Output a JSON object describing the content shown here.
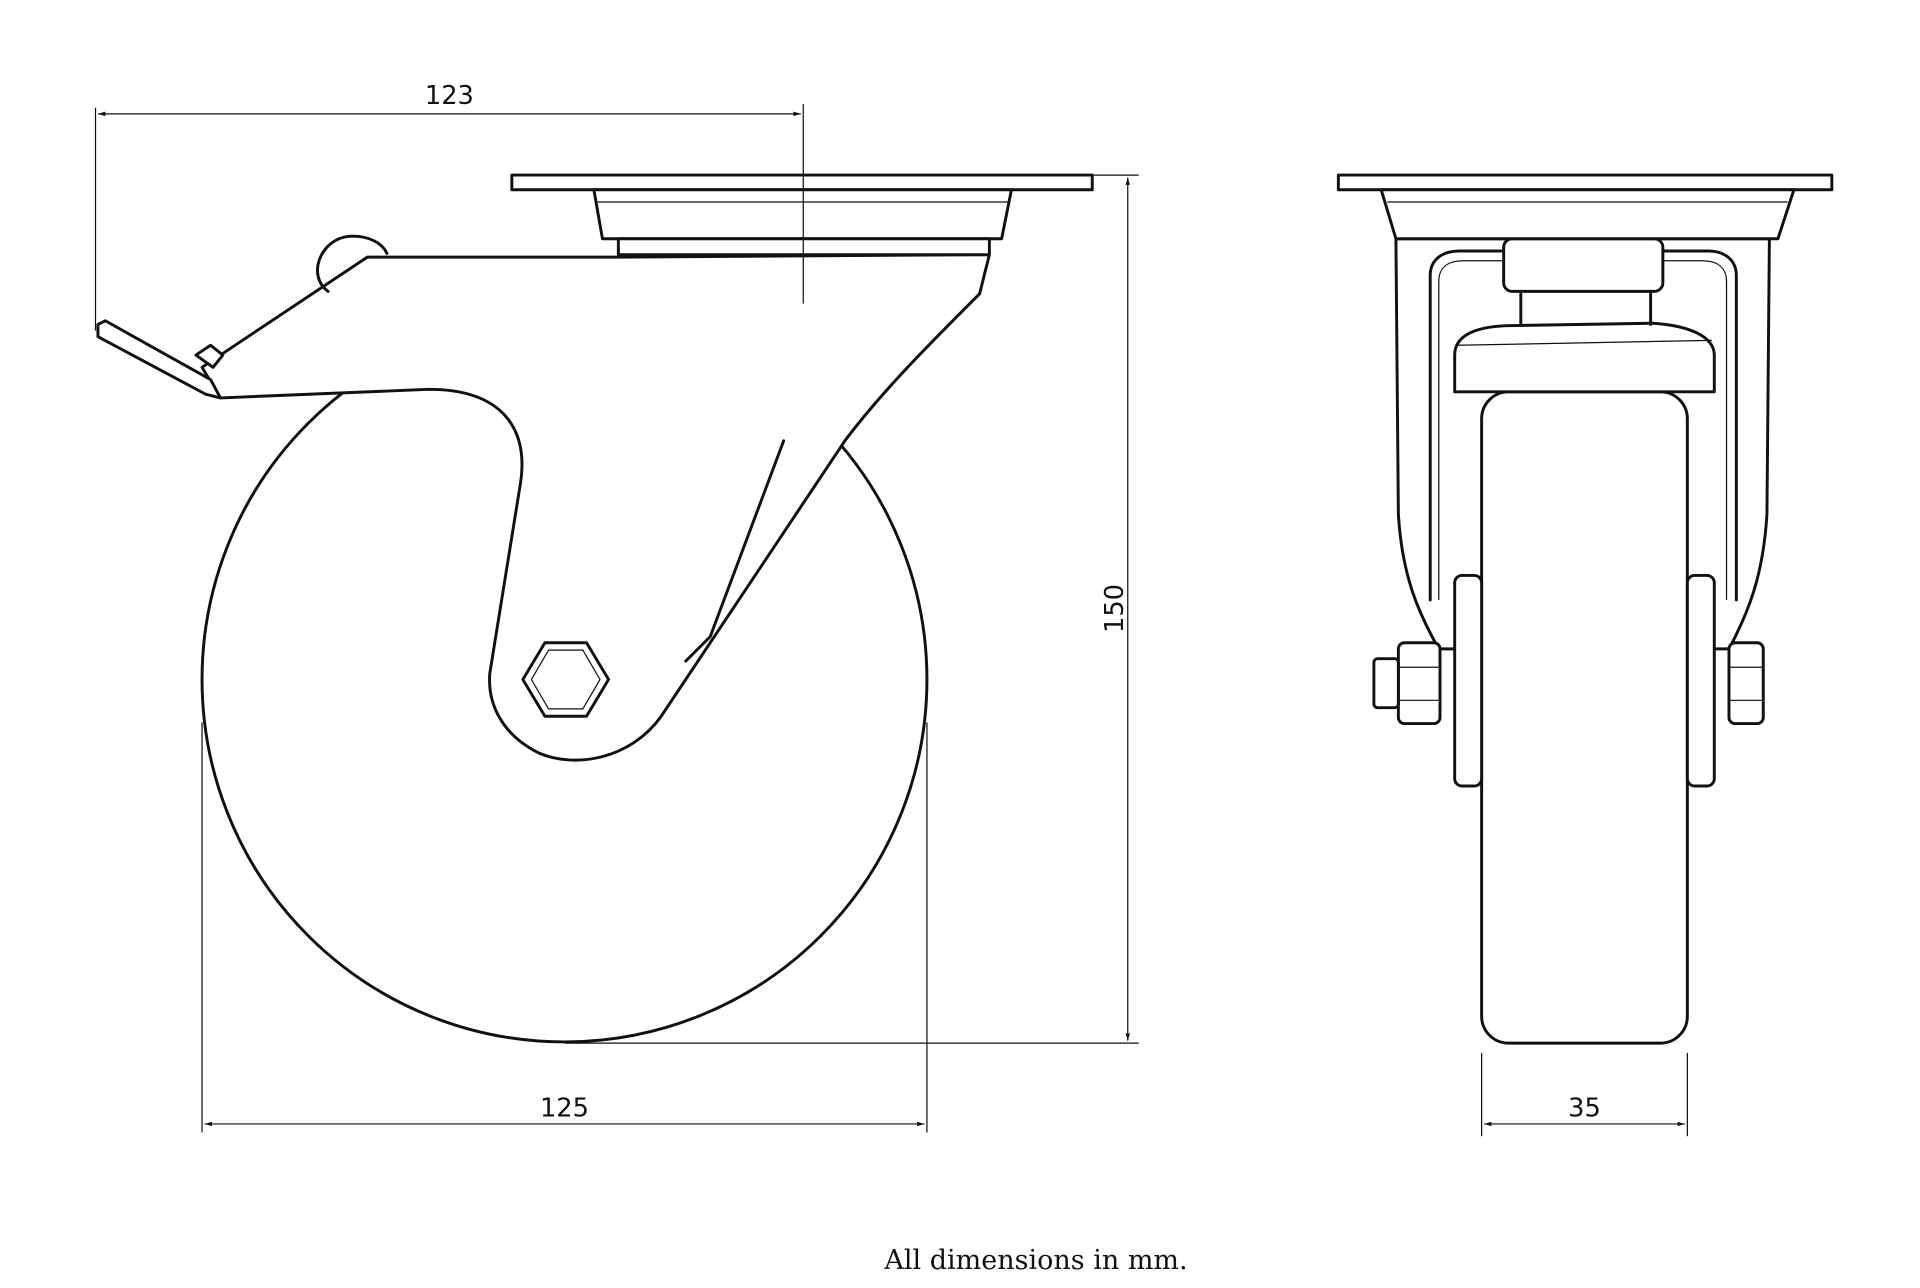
{
  "drawing": {
    "title": "Swivel castor with brake - dimensional drawing",
    "dimensions": {
      "offset": "123",
      "height": "150",
      "wheel_diameter": "125",
      "wheel_width": "35"
    },
    "footnote": "All dimensions in mm.",
    "line_color": "#111111",
    "background": "#ffffff"
  }
}
